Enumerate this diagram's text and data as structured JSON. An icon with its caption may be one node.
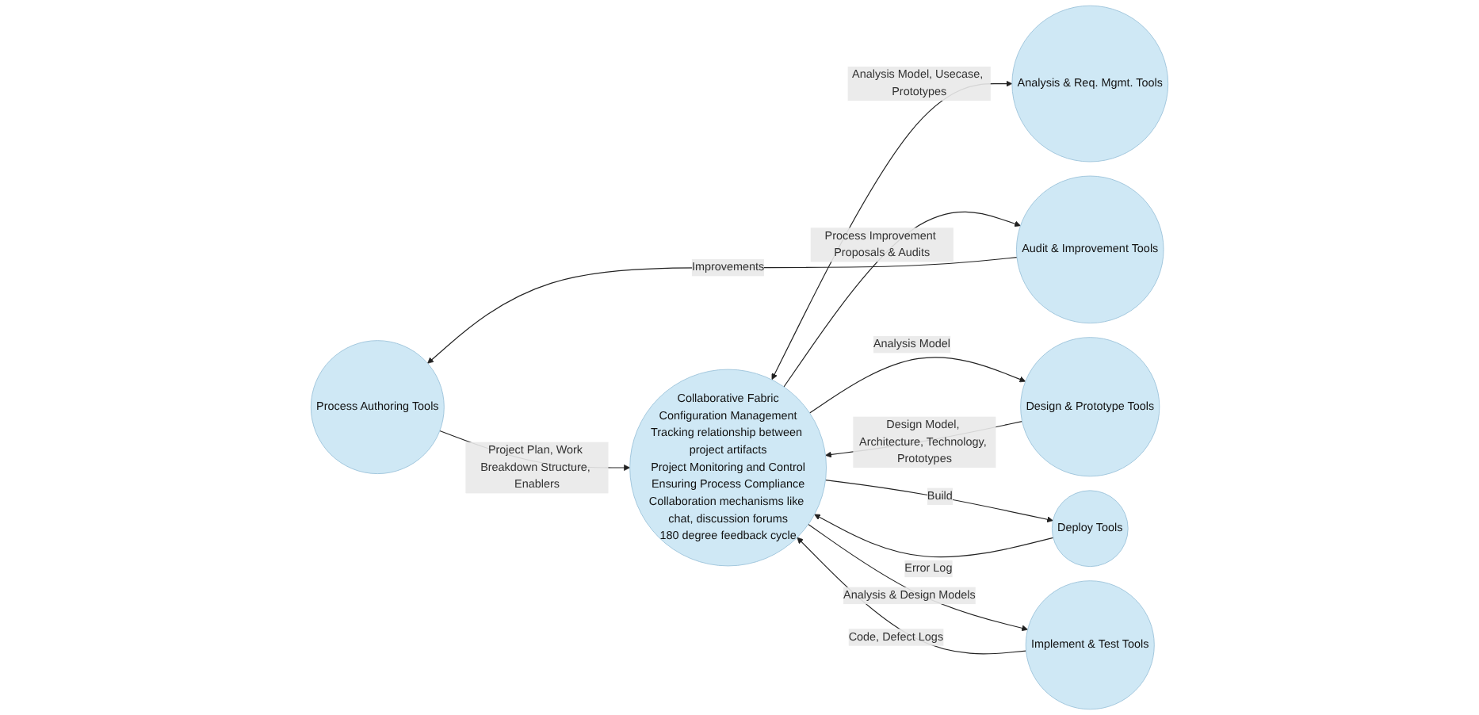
{
  "diagram": {
    "nodes": [
      {
        "text": [
          "Process Authoring Tools"
        ]
      },
      {
        "text": [
          "Collaborative Fabric",
          "Configuration Management",
          "Tracking relationship between project artifacts",
          "Project Monitoring and Control",
          "Ensuring Process Compliance",
          "Collaboration mechanisms like chat, discussion forums",
          "180 degree feedback cycle"
        ]
      },
      {
        "text": [
          "Analysis & Req. Mgmt. Tools"
        ]
      },
      {
        "text": [
          "Audit & Improvement Tools"
        ]
      },
      {
        "text": [
          "Design & Prototype Tools"
        ]
      },
      {
        "text": [
          "Deploy Tools"
        ]
      },
      {
        "text": [
          "Implement & Test Tools"
        ]
      }
    ],
    "edges": [
      {
        "from": 0,
        "to": 1,
        "arrow": "to",
        "label": "Project Plan, Work Breakdown Structure, Enablers"
      },
      {
        "from": 1,
        "to": 2,
        "arrow": "both",
        "label": "Analysis Model, Usecase, Prototypes"
      },
      {
        "from": 3,
        "to": 0,
        "arrow": "to",
        "label": "Improvements"
      },
      {
        "from": 1,
        "to": 3,
        "arrow": "to",
        "label": "Process Improvement Proposals & Audits"
      },
      {
        "from": 1,
        "to": 4,
        "arrow": "to",
        "label": "Analysis Model"
      },
      {
        "from": 4,
        "to": 1,
        "arrow": "to",
        "label": "Design Model, Architecture, Technology, Prototypes"
      },
      {
        "from": 1,
        "to": 5,
        "arrow": "to",
        "label": "Build"
      },
      {
        "from": 5,
        "to": 1,
        "arrow": "to",
        "label": "Error Log"
      },
      {
        "from": 1,
        "to": 6,
        "arrow": "to",
        "label": "Analysis & Design Models"
      },
      {
        "from": 6,
        "to": 1,
        "arrow": "to",
        "label": "Code, Defect Logs"
      }
    ]
  }
}
